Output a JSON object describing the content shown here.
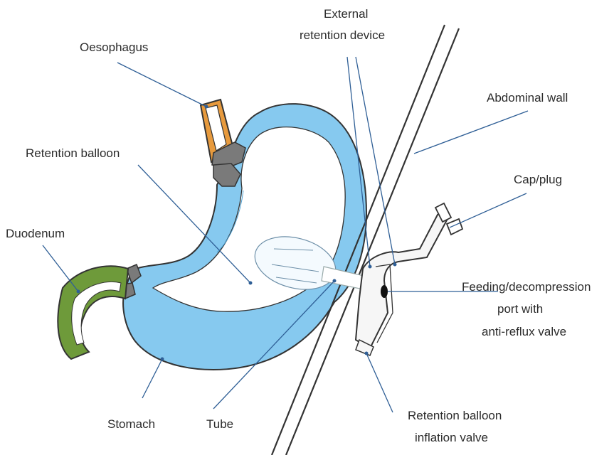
{
  "colors": {
    "stomach_fill": "#86c9ef",
    "stomach_inner": "#ffffff",
    "outline": "#333333",
    "oesophagus": "#e79a3d",
    "duodenum": "#6e9a3a",
    "sphincter": "#7a7a7a",
    "leader_line": "#2f5f96",
    "device_fill": "#f6f6f6"
  },
  "labels": {
    "oesophagus": "Oesophagus",
    "external_line1": "External",
    "external_line2": "retention device",
    "abdominal_wall": "Abdominal wall",
    "retention_balloon": "Retention balloon",
    "cap_plug": "Cap/plug",
    "duodenum": "Duodenum",
    "feeding_line1": "Feeding/decompression",
    "feeding_line2": "port with",
    "feeding_line3": "anti-reflux valve",
    "stomach": "Stomach",
    "tube": "Tube",
    "inflation_line1": "Retention balloon",
    "inflation_line2": "inflation valve"
  }
}
